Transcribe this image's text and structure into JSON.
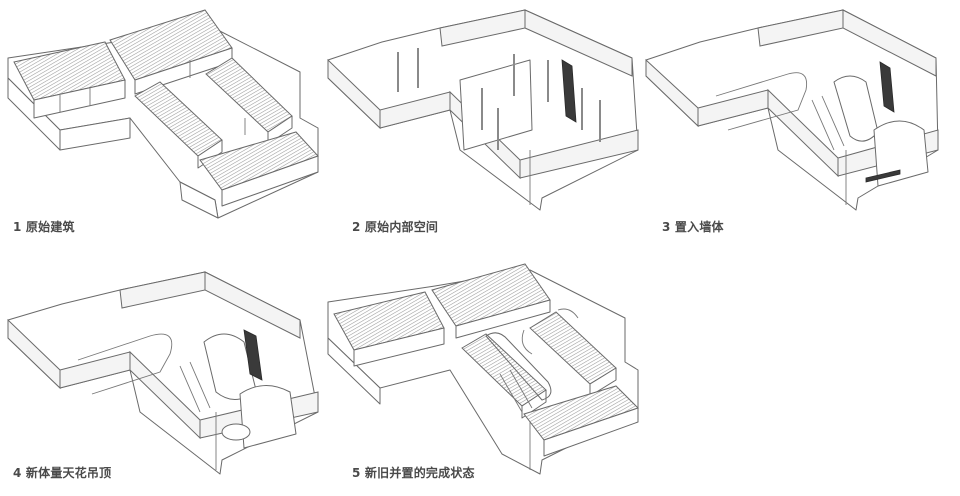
{
  "captions": {
    "step1": "1 原始建筑",
    "step2": "2 原始内部空间",
    "step3": "3 置入墙体",
    "step4": "4 新体量天花吊顶",
    "step5": "5 新旧并置的完成状态"
  },
  "colors": {
    "line": "#6a6a6a",
    "hatch": "#9a9a9a",
    "accent_dark": "#3a3a3a",
    "caption": "#4a4a4a"
  }
}
